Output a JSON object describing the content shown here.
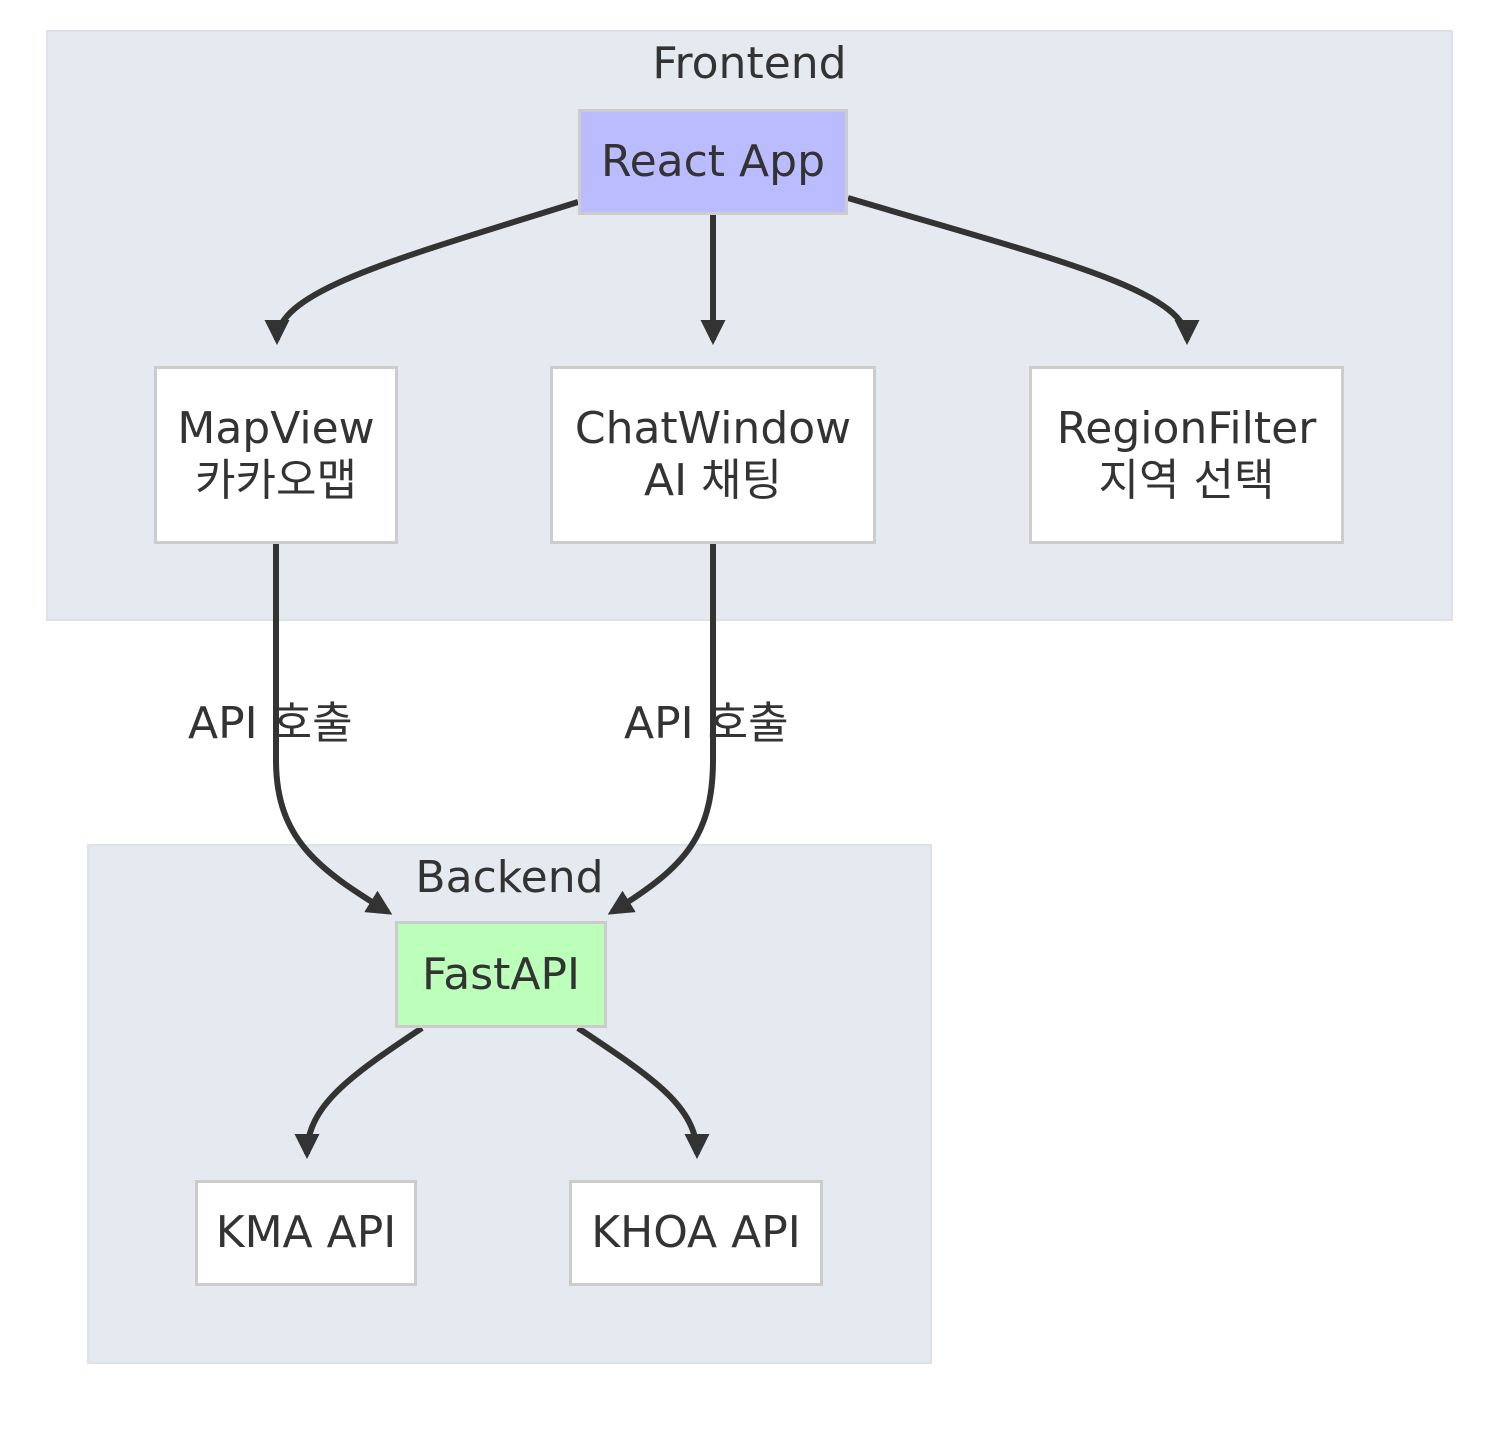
{
  "colors": {
    "cluster_fill": "#e5e9f0",
    "node_fill": "#ffffff",
    "react_fill": "#bbbbff",
    "fastapi_fill": "#bbffbb",
    "edge": "#333333",
    "text": "#333333"
  },
  "clusters": {
    "frontend": {
      "title": "Frontend"
    },
    "backend": {
      "title": "Backend"
    }
  },
  "nodes": {
    "react_app": {
      "line1": "React App"
    },
    "mapview": {
      "line1": "MapView",
      "line2": "카카오맵"
    },
    "chatwindow": {
      "line1": "ChatWindow",
      "line2": "AI 채팅"
    },
    "regionfilter": {
      "line1": "RegionFilter",
      "line2": "지역 선택"
    },
    "fastapi": {
      "line1": "FastAPI"
    },
    "kma_api": {
      "line1": "KMA API"
    },
    "khoa_api": {
      "line1": "KHOA API"
    }
  },
  "edges": [
    {
      "from": "react_app",
      "to": "mapview",
      "label": ""
    },
    {
      "from": "react_app",
      "to": "chatwindow",
      "label": ""
    },
    {
      "from": "react_app",
      "to": "regionfilter",
      "label": ""
    },
    {
      "from": "mapview",
      "to": "fastapi",
      "label": "API 호출"
    },
    {
      "from": "chatwindow",
      "to": "fastapi",
      "label": "API 호출"
    },
    {
      "from": "fastapi",
      "to": "kma_api",
      "label": ""
    },
    {
      "from": "fastapi",
      "to": "khoa_api",
      "label": ""
    }
  ]
}
